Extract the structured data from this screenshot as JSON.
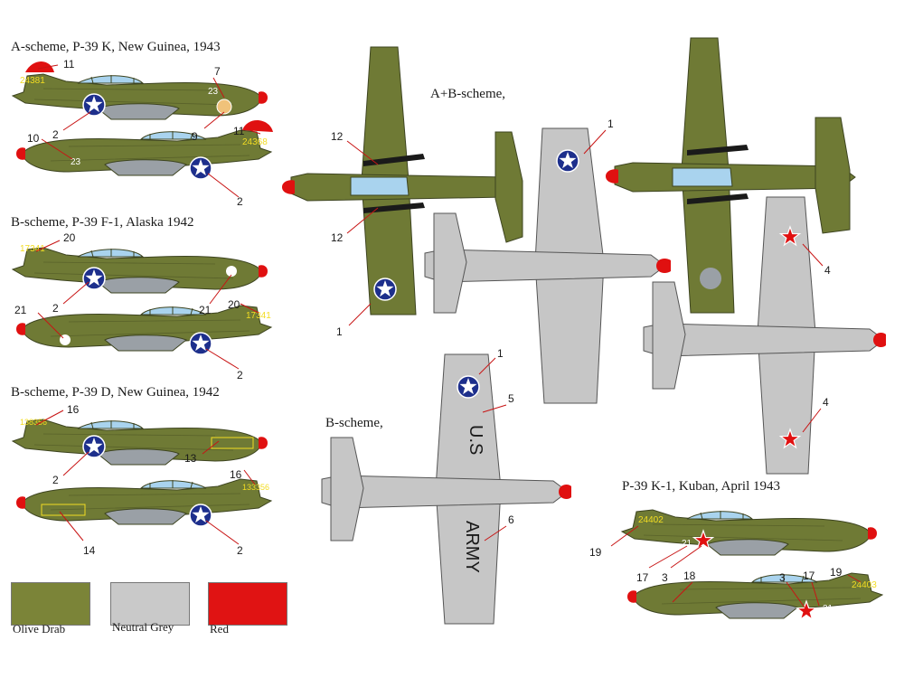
{
  "colors": {
    "olive": "#6f7a35",
    "olive_dark": "#5c6529",
    "grey": "#c6c6c6",
    "grey_dark": "#a8a8a8",
    "red": "#e01010",
    "roundel_blue": "#1d2f8c",
    "canopy": "#a9d3ee",
    "callout": "#c81414",
    "stencil_yellow": "#f2dc22"
  },
  "headings": {
    "a_k": "A-scheme, P-39 K, New Guinea, 1943",
    "b_f1": "B-scheme, P-39 F-1, Alaska 1942",
    "b_d": "B-scheme, P-39 D, New Guinea, 1942",
    "ab_plan": "A+B-scheme,",
    "b_plan": "B-scheme,",
    "k1": "P-39 K-1, Kuban, April 1943"
  },
  "aircraft_markings": {
    "serial_k_top": "24381",
    "nose_number_k": "23",
    "serial_k_bottom": "24368",
    "serial_f1": "17341",
    "serial_d_top": "138356",
    "serial_d_bottom": "133356",
    "wing_letters_left": "U.S",
    "wing_letters_right": "ARMY",
    "serial_k1_top": "24402",
    "nose_number_k1": "21",
    "serial_k1_bottom": "24403"
  },
  "callouts": {
    "n11a": "11",
    "n7": "7",
    "n23": "23",
    "n9": "9",
    "n2a": "2",
    "n10": "10",
    "n11b": "11",
    "n2b": "2",
    "n20a": "20",
    "n2c": "2",
    "n21a": "21",
    "n20b": "20",
    "n21b": "21",
    "n2d": "2",
    "n16a": "16",
    "n2e": "2",
    "n13": "13",
    "n16b": "16",
    "n14": "14",
    "n2f": "2",
    "n12a": "12",
    "n12b": "12",
    "n1a": "1",
    "n1b": "1",
    "n1c": "1",
    "n5": "5",
    "n6": "6",
    "n4a": "4",
    "n4b": "4",
    "n19a": "19",
    "n17a": "17",
    "n3a": "3",
    "n18": "18",
    "n3b": "3",
    "n17b": "17",
    "n19b": "19"
  },
  "legend": [
    {
      "label": "Olive Drab",
      "color": "#7b8438"
    },
    {
      "label": "Neutral Grey",
      "color": "#c9c9c9"
    },
    {
      "label": "Red",
      "color": "#e01313"
    }
  ]
}
